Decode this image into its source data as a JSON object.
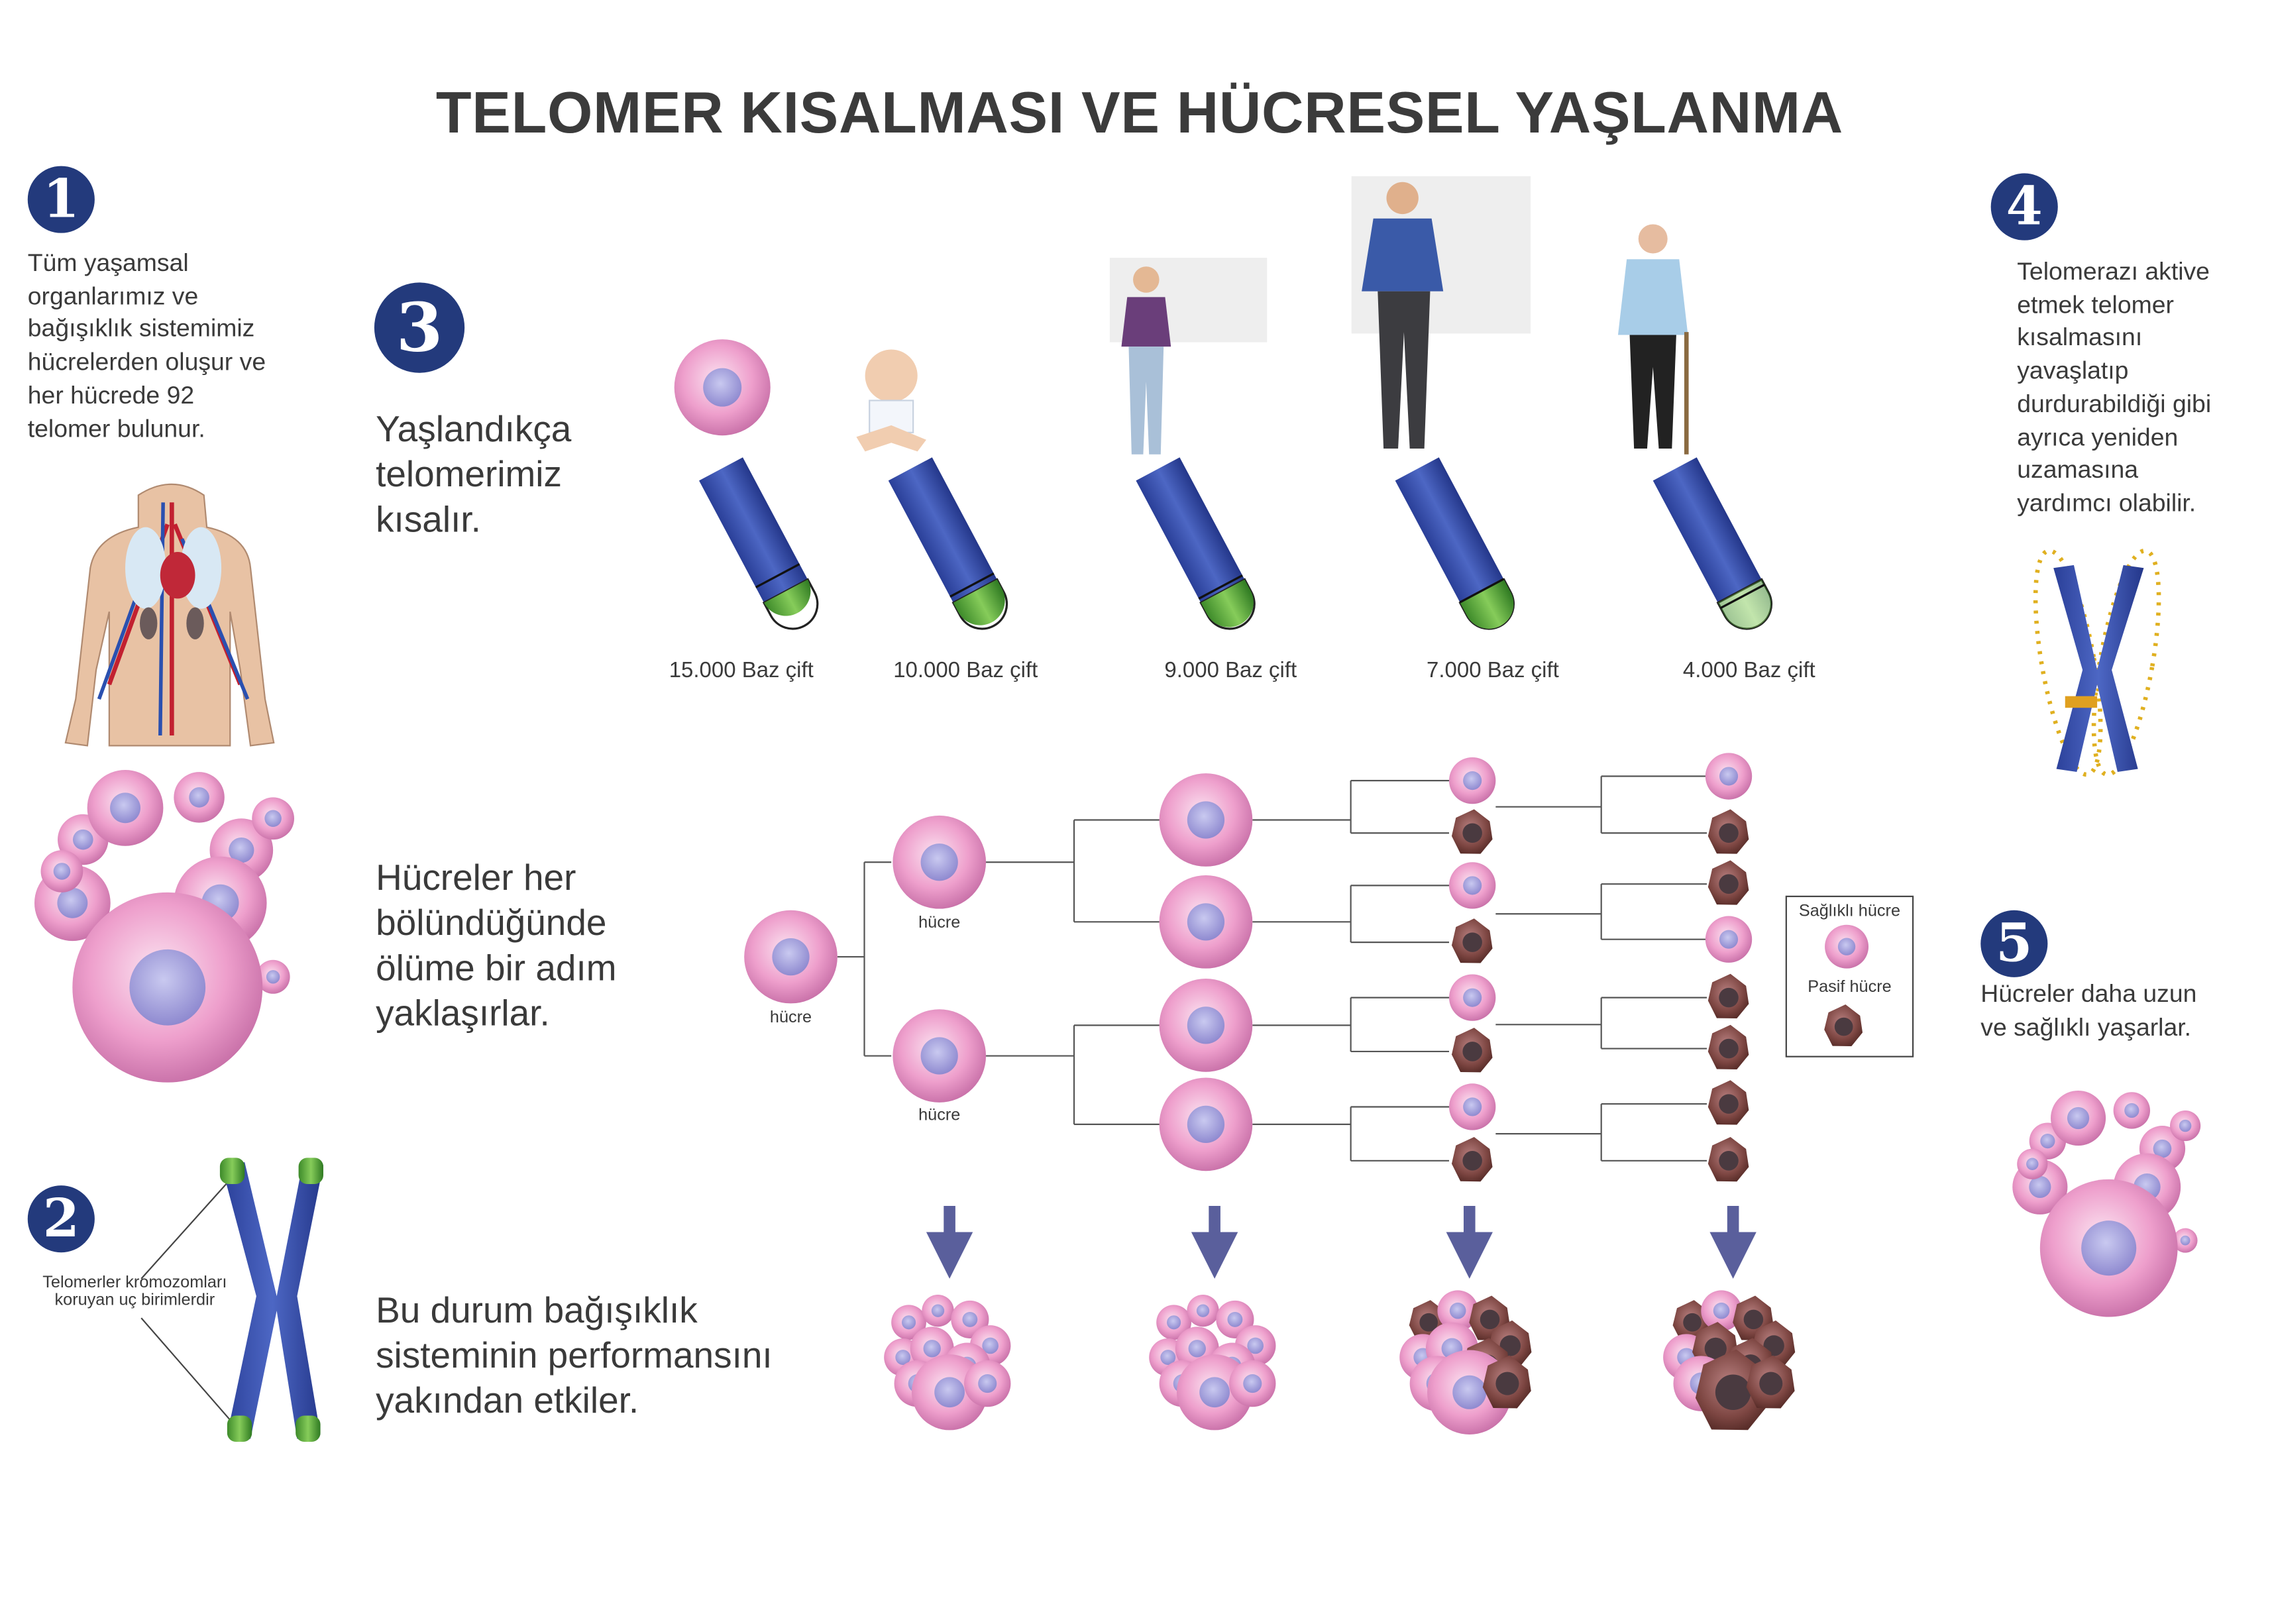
{
  "title": "TELOMER KISALMASI VE HÜCRESEL YAŞLANMA",
  "steps": [
    {
      "number": "1",
      "text": "Tüm yaşamsal\norganlarımız ve\nbağışıklık sistemimiz\nhücrelerden oluşur ve\nher hücrede 92\ntelomer bulunur."
    },
    {
      "number": "2",
      "text": "Telomerler kromozomları\nkoruyan uç birimlerdir"
    },
    {
      "number": "3",
      "text": "Yaşlandıkça\ntelomerimiz\nkısalır."
    },
    {
      "number": "4",
      "text": "Telomerazı aktive\netmek telomer\nkısalmasını\nyavaşlatıp\ndurdurabildiği gibi\nayrıca yeniden\nuzamasına\nyardımcı olabilir."
    },
    {
      "number": "5",
      "text": "Hücreler daha uzun\nve sağlıklı yaşarlar."
    }
  ],
  "division_text": "Hücreler her\nbölündüğünde\nölüme bir adım\nyaklaşırlar.",
  "immune_text": "Bu durum bağışıklık\nsisteminin performansını\nyakından etkiler.",
  "telomere_stages": [
    {
      "label": "15.000 Baz çift",
      "length_fraction": 1.0,
      "figure": "cell"
    },
    {
      "label": "10.000 Baz çift",
      "length_fraction": 0.67,
      "figure": "baby"
    },
    {
      "label": "9.000 Baz çift",
      "length_fraction": 0.6,
      "figure": "child"
    },
    {
      "label": "7.000 Baz çift",
      "length_fraction": 0.47,
      "figure": "adult"
    },
    {
      "label": "4.000 Baz çift",
      "length_fraction": 0.27,
      "figure": "elderly"
    }
  ],
  "cell_label": "hücre",
  "generation3_types": [
    "healthy",
    "passive",
    "healthy",
    "passive",
    "healthy",
    "passive",
    "healthy",
    "passive"
  ],
  "generation4_types": [
    "healthy",
    "passive",
    "passive",
    "healthy",
    "passive",
    "passive",
    "passive",
    "passive"
  ],
  "legend": {
    "healthy": "Sağlıklı hücre",
    "passive": "Pasif hücre"
  },
  "colors": {
    "badge": "#233a7c",
    "healthy_cell": "#e79ac6",
    "passive_cell": "#7a4440",
    "chromosome": "#3850a8",
    "telomere": "#5aa83a",
    "arrow": "#5a5f9c"
  }
}
